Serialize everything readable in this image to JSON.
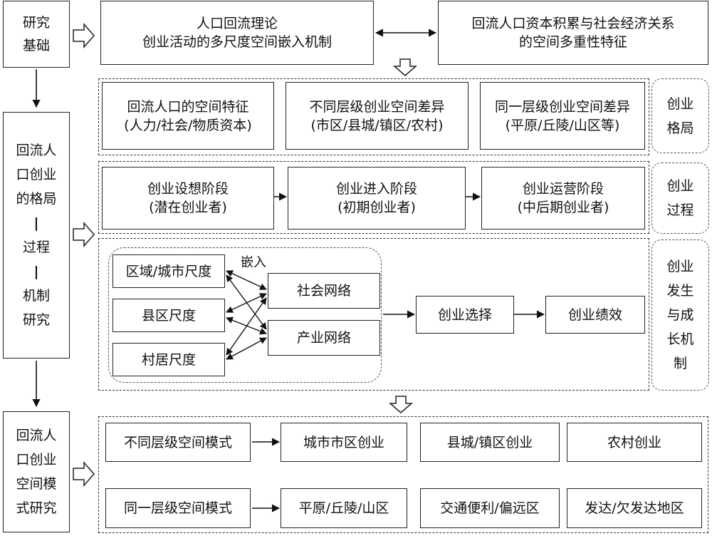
{
  "left": {
    "research_basis": [
      "研究",
      "基础"
    ],
    "pattern_process_mechanism": [
      "回流人",
      "口创业",
      "的格局",
      "|",
      "过程",
      "|",
      "机制",
      "研究"
    ],
    "spatial_mode_research": [
      "回流人",
      "口创业",
      "空间模",
      "式研究"
    ]
  },
  "basis": {
    "theory": [
      "人口回流理论",
      "创业活动的多尺度空间嵌入机制"
    ],
    "features": [
      "回流人口资本积累与社会经济关系",
      "的空间多重性特征"
    ]
  },
  "pattern": {
    "spatial_features": [
      "回流人口的空间特征",
      "(人力/社会/物质资本)"
    ],
    "cross_level_diff": [
      "不同层级创业空间差异",
      "(市区/县城/镇区/农村)"
    ],
    "same_level_diff": [
      "同一层级创业空间差异",
      "(平原/丘陵/山区等)"
    ],
    "label": [
      "创业",
      "格局"
    ]
  },
  "process": {
    "conception": [
      "创业设想阶段",
      "(潜在创业者)"
    ],
    "entry": [
      "创业进入阶段",
      "(初期创业者)"
    ],
    "operation": [
      "创业运营阶段",
      "(中后期创业者)"
    ],
    "label": [
      "创业",
      "过程"
    ]
  },
  "mechanism": {
    "scales": [
      "区域/城市尺度",
      "县区尺度",
      "村居尺度"
    ],
    "embed_label": "嵌入",
    "networks": [
      "社会网络",
      "产业网络"
    ],
    "choice": "创业选择",
    "performance": "创业绩效",
    "label": [
      "创业",
      "发生",
      "与成",
      "长机",
      "制"
    ]
  },
  "modes": {
    "cross_level": {
      "title": "不同层级空间模式",
      "items": [
        "城市市区创业",
        "县城/镇区创业",
        "农村创业"
      ]
    },
    "same_level": {
      "title": "同一层级空间模式",
      "items": [
        "平原/丘陵/山区",
        "交通便利/偏远区",
        "发达/欠发达地区"
      ]
    }
  }
}
